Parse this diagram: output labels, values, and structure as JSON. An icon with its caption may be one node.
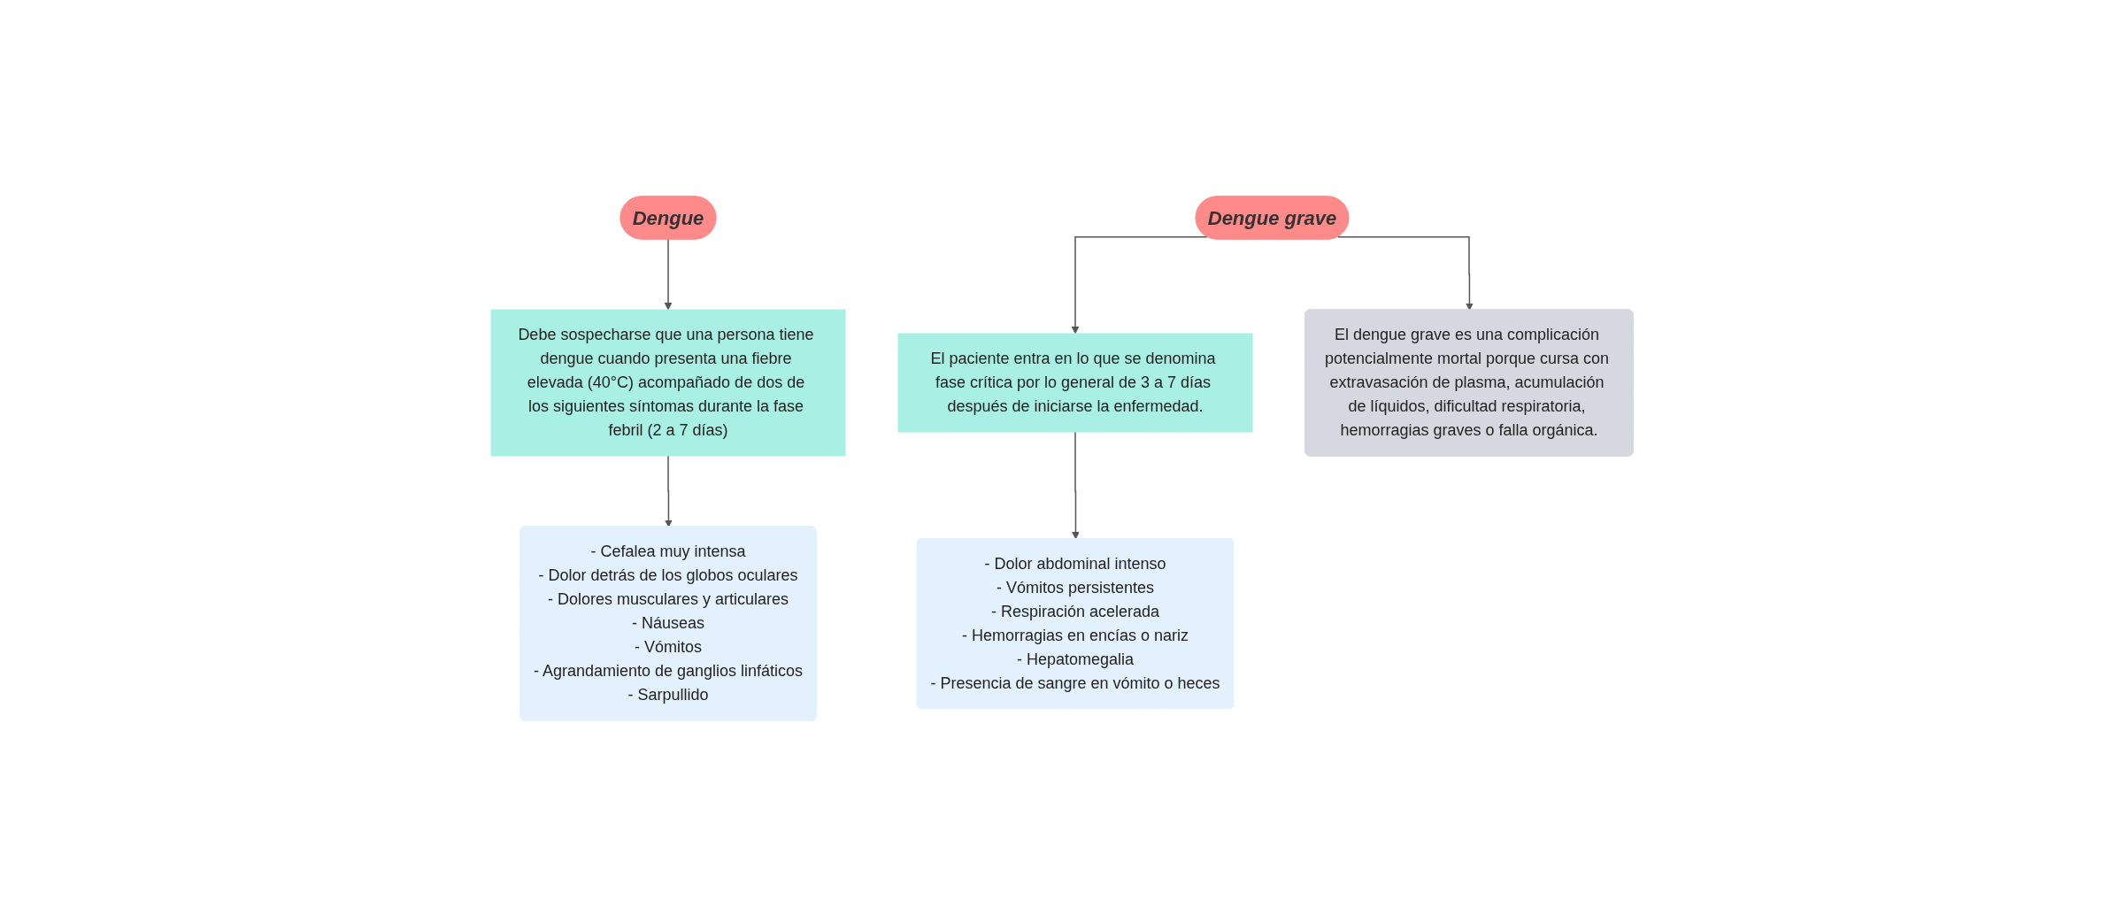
{
  "diagram": {
    "nodes": [
      {
        "text": [
          "Dengue"
        ]
      },
      {
        "text": [
          "Debe sospecharse que una persona tiene dengue cuando presenta una fiebre elevada (40°C) acompañado de dos de los siguientes síntomas durante la fase febril (2 a 7 días)"
        ]
      },
      {
        "text": [
          "- Cefalea muy intensa",
          "- Dolor detrás de los globos oculares",
          "- Dolores musculares y articulares",
          "- Náuseas",
          "- Vómitos",
          "- Agrandamiento de ganglios linfáticos",
          "- Sarpullido"
        ]
      },
      {
        "text": [
          "Dengue grave"
        ]
      },
      {
        "text": [
          "El paciente entra en lo que se denomina fase crítica por lo general de 3 a 7 días después de iniciarse la enfermedad."
        ]
      },
      {
        "text": [
          "- Dolor abdominal intenso",
          "- Vómitos persistentes",
          "- Respiración acelerada",
          "- Hemorragias en encías o nariz",
          "- Hepatomegalia",
          "- Presencia de sangre en vómito o heces"
        ]
      },
      {
        "text": [
          "El dengue grave es una complicación potencialmente mortal porque cursa con extravasación de plasma, acumulación de líquidos, dificultad respiratoria, hemorragias graves o falla orgánica."
        ]
      }
    ],
    "edges": [
      {
        "from": 0,
        "to": 1,
        "arrow": "to"
      },
      {
        "from": 1,
        "to": 2,
        "arrow": "to"
      },
      {
        "from": 3,
        "to": 4,
        "arrow": "to"
      },
      {
        "from": 3,
        "to": 6,
        "arrow": "to"
      },
      {
        "from": 4,
        "to": 5,
        "arrow": "to"
      }
    ]
  }
}
